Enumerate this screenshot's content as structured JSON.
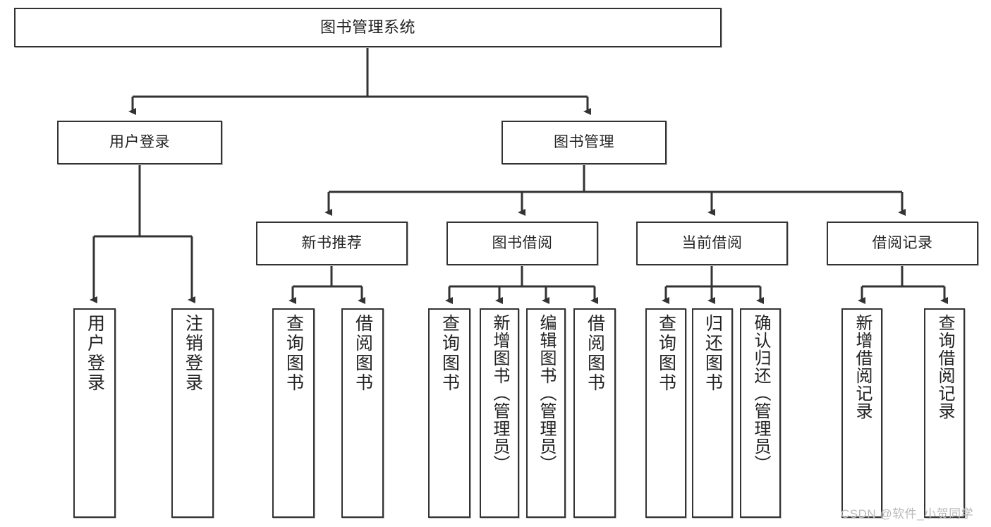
{
  "diagram": {
    "title": "图书管理系统",
    "type": "hierarchy-tree",
    "watermark": "CSDN @软件_小贺同学",
    "colors": {
      "stroke": "#333333",
      "fill": "#ffffff",
      "text": "#222222",
      "watermark": "#b9b9b9"
    },
    "levels": {
      "root": "图书管理系统",
      "level1": [
        "用户登录",
        "图书管理"
      ],
      "level2": [
        "新书推荐",
        "图书借阅",
        "当前借阅",
        "借阅记录"
      ]
    },
    "nodes": {
      "root": {
        "label": "图书管理系统"
      },
      "user_login": {
        "label": "用户登录"
      },
      "book_manage": {
        "label": "图书管理"
      },
      "new_book_rec": {
        "label": "新书推荐"
      },
      "book_borrow": {
        "label": "图书借阅"
      },
      "current_borrow": {
        "label": "当前借阅"
      },
      "borrow_record": {
        "label": "借阅记录"
      },
      "leaf_user_login": {
        "label": "用户登录"
      },
      "leaf_logout": {
        "label": "注销登录"
      },
      "leaf_query_book_1": {
        "label": "查询图书"
      },
      "leaf_borrow_book_1": {
        "label": "借阅图书"
      },
      "leaf_query_book_2": {
        "label": "查询图书"
      },
      "leaf_add_book": {
        "label": "新增图书（管理员）"
      },
      "leaf_edit_book": {
        "label": "编辑图书（管理员）"
      },
      "leaf_borrow_book_2": {
        "label": "借阅图书"
      },
      "leaf_query_book_3": {
        "label": "查询图书"
      },
      "leaf_return_book": {
        "label": "归还图书"
      },
      "leaf_confirm_return": {
        "label": "确认归还（管理员）"
      },
      "leaf_add_record": {
        "label": "新增借阅记录"
      },
      "leaf_query_record": {
        "label": "查询借阅记录"
      }
    },
    "edges": [
      {
        "from": "root",
        "to": "user_login"
      },
      {
        "from": "root",
        "to": "book_manage"
      },
      {
        "from": "user_login",
        "to": "leaf_user_login"
      },
      {
        "from": "user_login",
        "to": "leaf_logout"
      },
      {
        "from": "book_manage",
        "to": "new_book_rec"
      },
      {
        "from": "book_manage",
        "to": "book_borrow"
      },
      {
        "from": "book_manage",
        "to": "current_borrow"
      },
      {
        "from": "book_manage",
        "to": "borrow_record"
      },
      {
        "from": "new_book_rec",
        "to": "leaf_query_book_1"
      },
      {
        "from": "new_book_rec",
        "to": "leaf_borrow_book_1"
      },
      {
        "from": "book_borrow",
        "to": "leaf_query_book_2"
      },
      {
        "from": "book_borrow",
        "to": "leaf_add_book"
      },
      {
        "from": "book_borrow",
        "to": "leaf_edit_book"
      },
      {
        "from": "book_borrow",
        "to": "leaf_borrow_book_2"
      },
      {
        "from": "current_borrow",
        "to": "leaf_query_book_3"
      },
      {
        "from": "current_borrow",
        "to": "leaf_return_book"
      },
      {
        "from": "current_borrow",
        "to": "leaf_confirm_return"
      },
      {
        "from": "borrow_record",
        "to": "leaf_add_record"
      },
      {
        "from": "borrow_record",
        "to": "leaf_query_record"
      }
    ]
  }
}
